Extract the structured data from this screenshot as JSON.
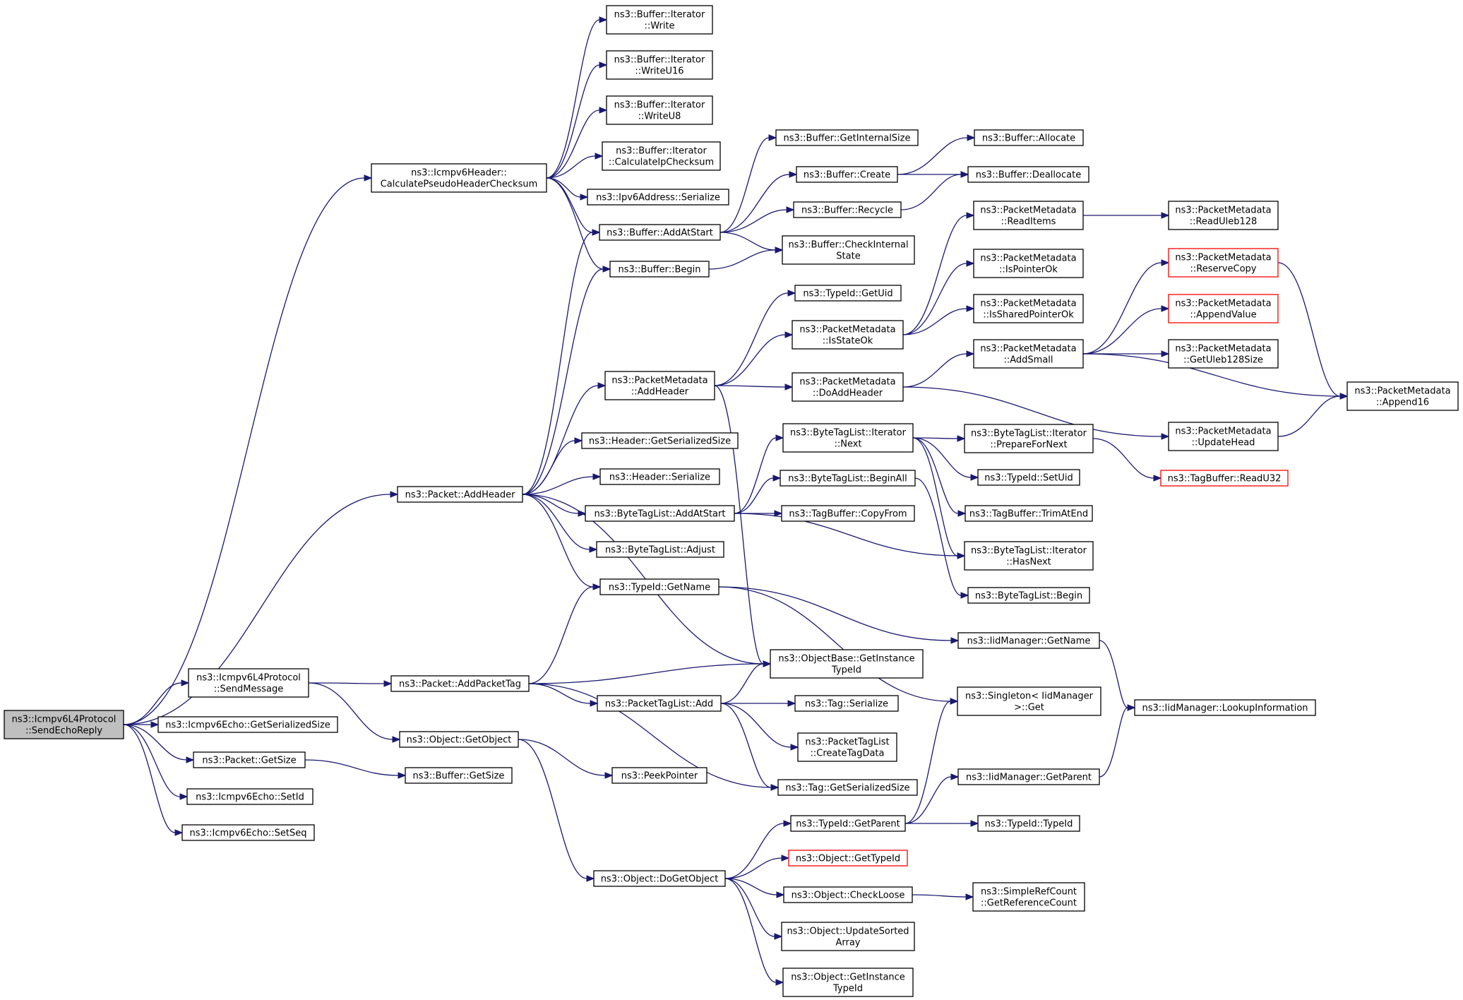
{
  "colors": {
    "edge": "#191970",
    "node_border": "#000000",
    "node_border_alt": "#ff0000",
    "root_fill": "#bfbfbf",
    "background": "#ffffff"
  },
  "nodes": [
    {
      "id": "root",
      "lines": [
        "ns3::Icmpv6L4Protocol",
        "::SendEchoReply"
      ],
      "style": "root"
    },
    {
      "id": "calcPseudo",
      "lines": [
        "ns3::Icmpv6Header::",
        "CalculatePseudoHeaderChecksum"
      ]
    },
    {
      "id": "pktAddHeader",
      "lines": [
        "ns3::Packet::AddHeader"
      ]
    },
    {
      "id": "sendMessage",
      "lines": [
        "ns3::Icmpv6L4Protocol",
        "::SendMessage"
      ]
    },
    {
      "id": "echoSerSize",
      "lines": [
        "ns3::Icmpv6Echo::GetSerializedSize"
      ]
    },
    {
      "id": "pktGetSize",
      "lines": [
        "ns3::Packet::GetSize"
      ]
    },
    {
      "id": "echoSetId",
      "lines": [
        "ns3::Icmpv6Echo::SetId"
      ]
    },
    {
      "id": "echoSetSeq",
      "lines": [
        "ns3::Icmpv6Echo::SetSeq"
      ]
    },
    {
      "id": "itWrite",
      "lines": [
        "ns3::Buffer::Iterator",
        "::Write"
      ]
    },
    {
      "id": "itWriteU16",
      "lines": [
        "ns3::Buffer::Iterator",
        "::WriteU16"
      ]
    },
    {
      "id": "itWriteU8",
      "lines": [
        "ns3::Buffer::Iterator",
        "::WriteU8"
      ]
    },
    {
      "id": "itCalcIp",
      "lines": [
        "ns3::Buffer::Iterator",
        "::CalculateIpChecksum"
      ]
    },
    {
      "id": "ipv6Ser",
      "lines": [
        "ns3::Ipv6Address::Serialize"
      ]
    },
    {
      "id": "bufAddAtStart",
      "lines": [
        "ns3::Buffer::AddAtStart"
      ]
    },
    {
      "id": "bufBegin",
      "lines": [
        "ns3::Buffer::Begin"
      ]
    },
    {
      "id": "pmAddHeader",
      "lines": [
        "ns3::PacketMetadata",
        "::AddHeader"
      ]
    },
    {
      "id": "hdrGetSer",
      "lines": [
        "ns3::Header::GetSerializedSize"
      ]
    },
    {
      "id": "hdrSer",
      "lines": [
        "ns3::Header::Serialize"
      ]
    },
    {
      "id": "btlAddAtStart",
      "lines": [
        "ns3::ByteTagList::AddAtStart"
      ]
    },
    {
      "id": "btlAdjust",
      "lines": [
        "ns3::ByteTagList::Adjust"
      ]
    },
    {
      "id": "typeGetName",
      "lines": [
        "ns3::TypeId::GetName"
      ]
    },
    {
      "id": "pktAddPacketTag",
      "lines": [
        "ns3::Packet::AddPacketTag"
      ]
    },
    {
      "id": "objGetObject",
      "lines": [
        "ns3::Object::GetObject"
      ]
    },
    {
      "id": "bufGetSize",
      "lines": [
        "ns3::Buffer::GetSize"
      ]
    },
    {
      "id": "bufGetInternal",
      "lines": [
        "ns3::Buffer::GetInternalSize"
      ]
    },
    {
      "id": "bufCreate",
      "lines": [
        "ns3::Buffer::Create"
      ]
    },
    {
      "id": "bufRecycle",
      "lines": [
        "ns3::Buffer::Recycle"
      ]
    },
    {
      "id": "bufCheckInt",
      "lines": [
        "ns3::Buffer::CheckInternal",
        "State"
      ]
    },
    {
      "id": "typeGetUid",
      "lines": [
        "ns3::TypeId::GetUid"
      ]
    },
    {
      "id": "pmIsStateOk",
      "lines": [
        "ns3::PacketMetadata",
        "::IsStateOk"
      ]
    },
    {
      "id": "pmDoAddHeader",
      "lines": [
        "ns3::PacketMetadata",
        "::DoAddHeader"
      ]
    },
    {
      "id": "btlItNext",
      "lines": [
        "ns3::ByteTagList::Iterator",
        "::Next"
      ]
    },
    {
      "id": "btlBeginAll",
      "lines": [
        "ns3::ByteTagList::BeginAll"
      ]
    },
    {
      "id": "tbCopyFrom",
      "lines": [
        "ns3::TagBuffer::CopyFrom"
      ]
    },
    {
      "id": "objBaseGetInst",
      "lines": [
        "ns3::ObjectBase::GetInstance",
        "TypeId"
      ]
    },
    {
      "id": "ptlAdd",
      "lines": [
        "ns3::PacketTagList::Add"
      ]
    },
    {
      "id": "tagSer",
      "lines": [
        "ns3::Tag::Serialize"
      ]
    },
    {
      "id": "ptlCreate",
      "lines": [
        "ns3::PacketTagList",
        "::CreateTagData"
      ]
    },
    {
      "id": "tagGetSer",
      "lines": [
        "ns3::Tag::GetSerializedSize"
      ]
    },
    {
      "id": "peekPointer",
      "lines": [
        "ns3::PeekPointer"
      ]
    },
    {
      "id": "typeGetParent",
      "lines": [
        "ns3::TypeId::GetParent"
      ]
    },
    {
      "id": "objGetTypeId",
      "lines": [
        "ns3::Object::GetTypeId"
      ],
      "style": "red"
    },
    {
      "id": "objDoGetObject",
      "lines": [
        "ns3::Object::DoGetObject"
      ]
    },
    {
      "id": "objCheckLoose",
      "lines": [
        "ns3::Object::CheckLoose"
      ]
    },
    {
      "id": "objUpdSorted",
      "lines": [
        "ns3::Object::UpdateSorted",
        "Array"
      ]
    },
    {
      "id": "objGetInst",
      "lines": [
        "ns3::Object::GetInstance",
        "TypeId"
      ]
    },
    {
      "id": "bufAllocate",
      "lines": [
        "ns3::Buffer::Allocate"
      ]
    },
    {
      "id": "bufDealloc",
      "lines": [
        "ns3::Buffer::Deallocate"
      ]
    },
    {
      "id": "pmReadItems",
      "lines": [
        "ns3::PacketMetadata",
        "::ReadItems"
      ]
    },
    {
      "id": "pmIsPtrOk",
      "lines": [
        "ns3::PacketMetadata",
        "::IsPointerOk"
      ]
    },
    {
      "id": "pmIsShared",
      "lines": [
        "ns3::PacketMetadata",
        "::IsSharedPointerOk"
      ]
    },
    {
      "id": "pmAddSmall",
      "lines": [
        "ns3::PacketMetadata",
        "::AddSmall"
      ]
    },
    {
      "id": "btlItPrepare",
      "lines": [
        "ns3::ByteTagList::Iterator",
        "::PrepareForNext"
      ]
    },
    {
      "id": "typeSetUid",
      "lines": [
        "ns3::TypeId::SetUid"
      ]
    },
    {
      "id": "tbTrim",
      "lines": [
        "ns3::TagBuffer::TrimAtEnd"
      ]
    },
    {
      "id": "btlItHasNext",
      "lines": [
        "ns3::ByteTagList::Iterator",
        "::HasNext"
      ]
    },
    {
      "id": "btlBegin",
      "lines": [
        "ns3::ByteTagList::Begin"
      ]
    },
    {
      "id": "iidGetName",
      "lines": [
        "ns3::IidManager::GetName"
      ]
    },
    {
      "id": "singletonGet",
      "lines": [
        "ns3::Singleton< IidManager",
        ">::Get"
      ]
    },
    {
      "id": "iidGetParent",
      "lines": [
        "ns3::IidManager::GetParent"
      ]
    },
    {
      "id": "typeTypeId",
      "lines": [
        "ns3::TypeId::TypeId"
      ]
    },
    {
      "id": "simpleRef",
      "lines": [
        "ns3::SimpleRefCount",
        "::GetReferenceCount"
      ]
    },
    {
      "id": "pmReadUleb",
      "lines": [
        "ns3::PacketMetadata",
        "::ReadUleb128"
      ]
    },
    {
      "id": "pmReserve",
      "lines": [
        "ns3::PacketMetadata",
        "::ReserveCopy"
      ],
      "style": "red"
    },
    {
      "id": "pmAppendVal",
      "lines": [
        "ns3::PacketMetadata",
        "::AppendValue"
      ],
      "style": "red"
    },
    {
      "id": "pmGetUleb",
      "lines": [
        "ns3::PacketMetadata",
        "::GetUleb128Size"
      ]
    },
    {
      "id": "pmUpdHead",
      "lines": [
        "ns3::PacketMetadata",
        "::UpdateHead"
      ]
    },
    {
      "id": "tbReadU32",
      "lines": [
        "ns3::TagBuffer::ReadU32"
      ],
      "style": "red"
    },
    {
      "id": "pmAppend16",
      "lines": [
        "ns3::PacketMetadata",
        "::Append16"
      ]
    },
    {
      "id": "iidLookup",
      "lines": [
        "ns3::IidManager::LookupInformation"
      ]
    }
  ],
  "edges": [
    [
      "root",
      "calcPseudo"
    ],
    [
      "root",
      "pktAddHeader"
    ],
    [
      "root",
      "sendMessage"
    ],
    [
      "root",
      "echoSerSize"
    ],
    [
      "root",
      "pktGetSize"
    ],
    [
      "root",
      "echoSetId"
    ],
    [
      "root",
      "echoSetSeq"
    ],
    [
      "calcPseudo",
      "itWrite"
    ],
    [
      "calcPseudo",
      "itWriteU16"
    ],
    [
      "calcPseudo",
      "itWriteU8"
    ],
    [
      "calcPseudo",
      "itCalcIp"
    ],
    [
      "calcPseudo",
      "ipv6Ser"
    ],
    [
      "calcPseudo",
      "bufAddAtStart"
    ],
    [
      "calcPseudo",
      "bufBegin"
    ],
    [
      "pktAddHeader",
      "bufAddAtStart"
    ],
    [
      "pktAddHeader",
      "bufBegin"
    ],
    [
      "pktAddHeader",
      "pmAddHeader"
    ],
    [
      "pktAddHeader",
      "hdrGetSer"
    ],
    [
      "pktAddHeader",
      "hdrSer"
    ],
    [
      "pktAddHeader",
      "btlAddAtStart"
    ],
    [
      "pktAddHeader",
      "btlAdjust"
    ],
    [
      "pktAddHeader",
      "typeGetName"
    ],
    [
      "pktAddHeader",
      "objBaseGetInst"
    ],
    [
      "sendMessage",
      "pktAddPacketTag"
    ],
    [
      "sendMessage",
      "objGetObject"
    ],
    [
      "pktGetSize",
      "bufGetSize"
    ],
    [
      "bufAddAtStart",
      "bufGetInternal"
    ],
    [
      "bufAddAtStart",
      "bufCreate"
    ],
    [
      "bufAddAtStart",
      "bufRecycle"
    ],
    [
      "bufAddAtStart",
      "bufCheckInt"
    ],
    [
      "bufBegin",
      "bufCheckInt"
    ],
    [
      "bufCreate",
      "bufAllocate"
    ],
    [
      "bufCreate",
      "bufDealloc"
    ],
    [
      "bufRecycle",
      "bufDealloc"
    ],
    [
      "pmAddHeader",
      "typeGetUid"
    ],
    [
      "pmAddHeader",
      "pmIsStateOk"
    ],
    [
      "pmAddHeader",
      "pmDoAddHeader"
    ],
    [
      "pmAddHeader",
      "objBaseGetInst"
    ],
    [
      "pmIsStateOk",
      "pmReadItems"
    ],
    [
      "pmIsStateOk",
      "pmIsPtrOk"
    ],
    [
      "pmIsStateOk",
      "pmIsShared"
    ],
    [
      "pmReadItems",
      "pmReadUleb"
    ],
    [
      "pmDoAddHeader",
      "pmAddSmall"
    ],
    [
      "pmDoAddHeader",
      "pmUpdHead"
    ],
    [
      "pmAddSmall",
      "pmReserve"
    ],
    [
      "pmAddSmall",
      "pmAppendVal"
    ],
    [
      "pmAddSmall",
      "pmGetUleb"
    ],
    [
      "pmAddSmall",
      "pmAppend16"
    ],
    [
      "pmReserve",
      "pmAppend16"
    ],
    [
      "pmUpdHead",
      "pmAppend16"
    ],
    [
      "btlAddAtStart",
      "btlItNext"
    ],
    [
      "btlAddAtStart",
      "btlBeginAll"
    ],
    [
      "btlAddAtStart",
      "tbCopyFrom"
    ],
    [
      "btlAddAtStart",
      "btlItHasNext"
    ],
    [
      "btlItNext",
      "btlItPrepare"
    ],
    [
      "btlItNext",
      "typeSetUid"
    ],
    [
      "btlItNext",
      "tbTrim"
    ],
    [
      "btlItNext",
      "btlItHasNext"
    ],
    [
      "btlItPrepare",
      "tbReadU32"
    ],
    [
      "btlBeginAll",
      "btlBegin"
    ],
    [
      "typeGetName",
      "iidGetName"
    ],
    [
      "typeGetName",
      "singletonGet"
    ],
    [
      "iidGetName",
      "iidLookup"
    ],
    [
      "iidGetParent",
      "iidLookup"
    ],
    [
      "pktAddPacketTag",
      "typeGetName"
    ],
    [
      "pktAddPacketTag",
      "objBaseGetInst"
    ],
    [
      "pktAddPacketTag",
      "ptlAdd"
    ],
    [
      "pktAddPacketTag",
      "tagGetSer"
    ],
    [
      "ptlAdd",
      "objBaseGetInst"
    ],
    [
      "ptlAdd",
      "tagSer"
    ],
    [
      "ptlAdd",
      "ptlCreate"
    ],
    [
      "ptlAdd",
      "tagGetSer"
    ],
    [
      "objGetObject",
      "peekPointer"
    ],
    [
      "objGetObject",
      "objDoGetObject"
    ],
    [
      "objDoGetObject",
      "typeGetParent"
    ],
    [
      "objDoGetObject",
      "objGetTypeId"
    ],
    [
      "objDoGetObject",
      "objCheckLoose"
    ],
    [
      "objDoGetObject",
      "objUpdSorted"
    ],
    [
      "objDoGetObject",
      "objGetInst"
    ],
    [
      "typeGetParent",
      "singletonGet"
    ],
    [
      "typeGetParent",
      "iidGetParent"
    ],
    [
      "typeGetParent",
      "typeTypeId"
    ],
    [
      "objCheckLoose",
      "simpleRef"
    ]
  ]
}
